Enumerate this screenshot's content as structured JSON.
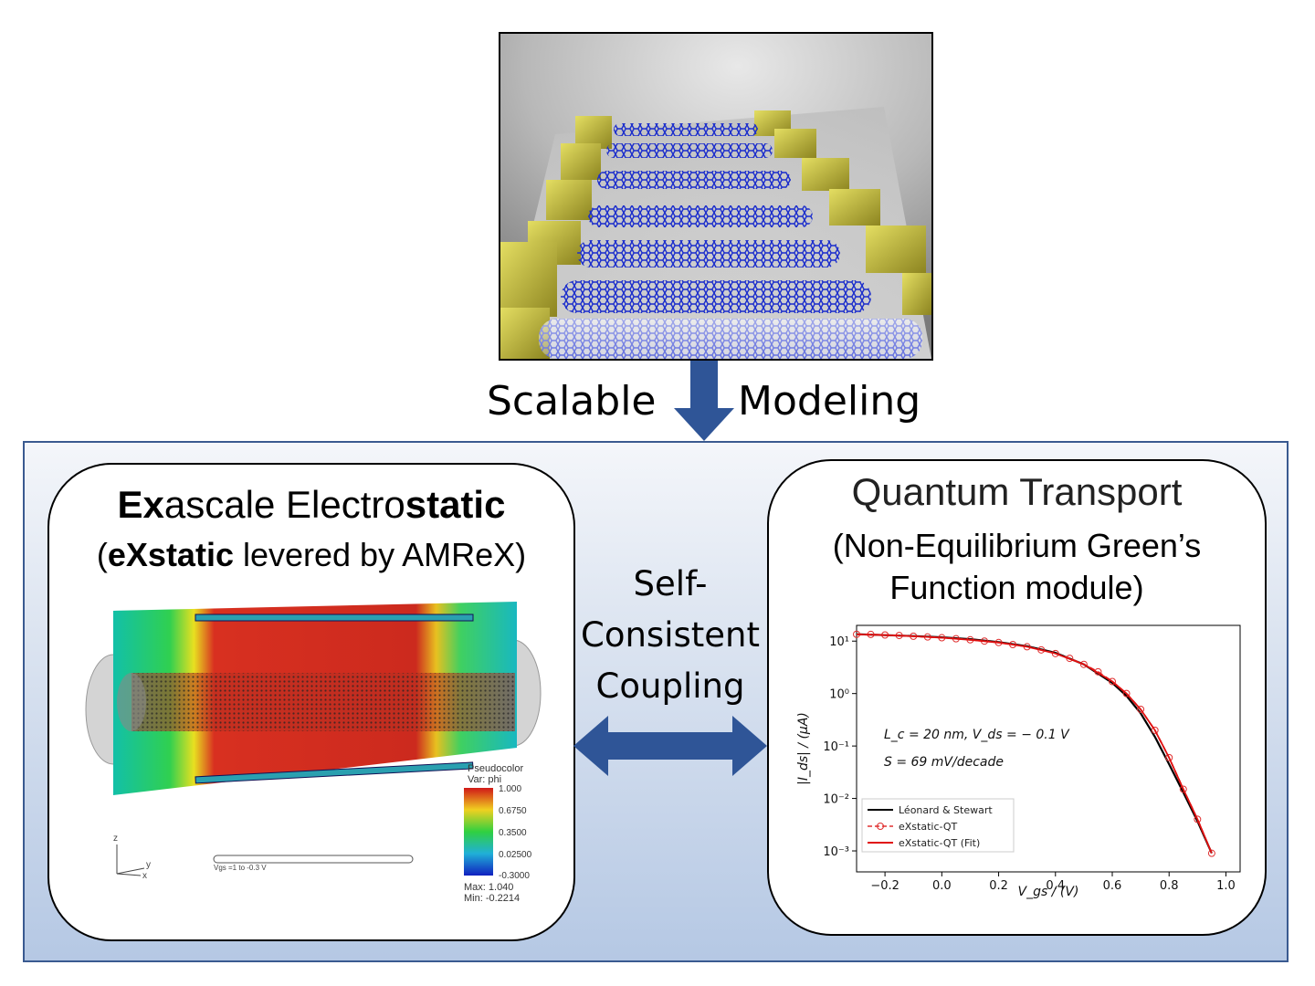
{
  "flow": {
    "left_label": "Scalable",
    "right_label": "Modeling"
  },
  "left_card": {
    "title_bold_1": "Ex",
    "title_normal": "ascale Electro",
    "title_bold_2": "static",
    "subtitle_open": "(",
    "subtitle_bold": "eXstatic",
    "subtitle_rest": " levered by AMReX)",
    "legend": {
      "name": "Pseudocolor",
      "var": "Var: phi",
      "ticks": [
        "1.000",
        "0.6750",
        "0.3500",
        "0.02500",
        "-0.3000"
      ],
      "max": "Max:  1.040",
      "min": "Min:  -0.2214"
    },
    "slider_label": "Vgs =1 to -0.3 V",
    "axes": [
      "z",
      "y",
      "x"
    ]
  },
  "center": {
    "line1": "Self-",
    "line2": "Consistent",
    "line3": "Coupling"
  },
  "right_card": {
    "title": "Quantum Transport",
    "subtitle_line1": "(Non-Equilibrium Green’s",
    "subtitle_line2": "Function module)"
  },
  "chart_data": {
    "type": "line",
    "xlabel": "V_gs / (V)",
    "ylabel": "|I_ds| / (μA)",
    "xlim": [
      -0.3,
      1.05
    ],
    "ylim_log10": [
      -3.4,
      1.3
    ],
    "log_y": true,
    "x_ticks": [
      "−0.2",
      "0.0",
      "0.2",
      "0.4",
      "0.6",
      "0.8",
      "1.0"
    ],
    "y_ticks": [
      "10¹",
      "10⁰",
      "10⁻¹",
      "10⁻²",
      "10⁻³"
    ],
    "annotation_1": "L_c = 20 nm, V_ds = − 0.1 V",
    "annotation_2": "S = 69  mV/decade",
    "legend_position": "bottom-left",
    "series": [
      {
        "name": "Léonard & Stewart",
        "color": "#000000",
        "style": "solid",
        "x": [
          -0.3,
          -0.2,
          -0.1,
          0.0,
          0.1,
          0.2,
          0.3,
          0.4,
          0.5,
          0.6,
          0.65,
          0.7,
          0.75,
          0.8,
          0.85,
          0.9,
          0.95
        ],
        "y": [
          13.5,
          13.0,
          12.5,
          11.8,
          10.9,
          9.6,
          8.0,
          6.0,
          3.6,
          1.6,
          0.9,
          0.42,
          0.15,
          0.045,
          0.013,
          0.0037,
          0.0009
        ]
      },
      {
        "name": "eXstatic-QT",
        "color": "#e03030",
        "style": "dashed-circle",
        "x": [
          -0.3,
          -0.25,
          -0.2,
          -0.15,
          -0.1,
          -0.05,
          0.0,
          0.05,
          0.1,
          0.15,
          0.2,
          0.25,
          0.3,
          0.35,
          0.4,
          0.45,
          0.5,
          0.55,
          0.6,
          0.65,
          0.7,
          0.75,
          0.8,
          0.85,
          0.9,
          0.95
        ],
        "y": [
          13.5,
          13.4,
          13.1,
          12.8,
          12.4,
          12.0,
          11.6,
          11.1,
          10.6,
          10.0,
          9.4,
          8.6,
          7.8,
          6.8,
          5.8,
          4.7,
          3.6,
          2.6,
          1.7,
          1.0,
          0.5,
          0.2,
          0.06,
          0.015,
          0.004,
          0.0009
        ]
      },
      {
        "name": "eXstatic-QT (Fit)",
        "color": "#e01010",
        "style": "solid",
        "x": [
          -0.3,
          -0.2,
          -0.1,
          0.0,
          0.1,
          0.2,
          0.3,
          0.4,
          0.5,
          0.6,
          0.65,
          0.7,
          0.75,
          0.8,
          0.85,
          0.9,
          0.95
        ],
        "y": [
          13.4,
          13.0,
          12.4,
          11.6,
          10.6,
          9.4,
          7.8,
          5.8,
          3.6,
          1.7,
          1.0,
          0.5,
          0.2,
          0.06,
          0.015,
          0.004,
          0.0009
        ]
      }
    ]
  },
  "colors": {
    "arrow_blue": "#2f5597",
    "panel_border": "#3a5a90",
    "nanotube_blue": "#1a2ccc",
    "contact_yellow": "#c8c23a"
  }
}
